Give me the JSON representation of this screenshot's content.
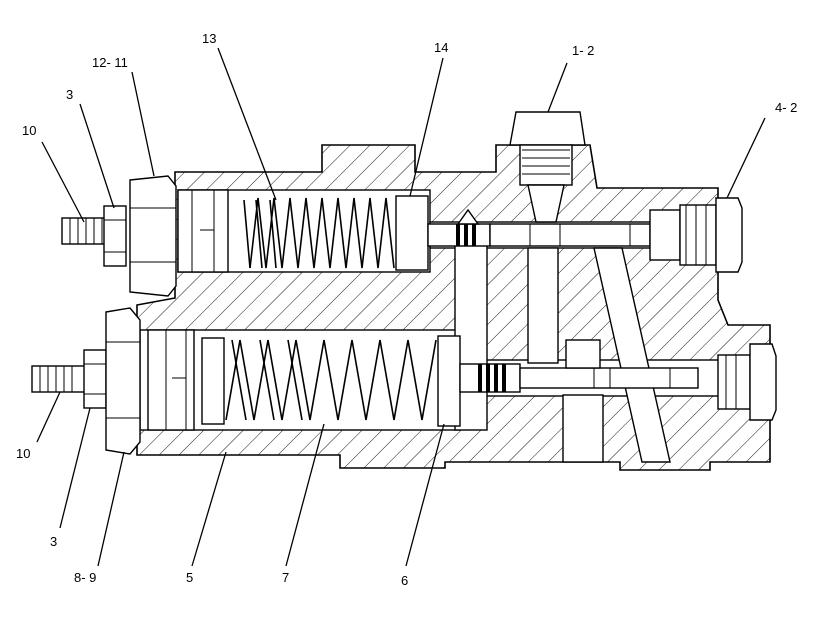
{
  "callouts": {
    "c13": "13",
    "c14": "14",
    "c1_2": "1- 2",
    "c12_11": "12- 11",
    "c3_top": "3",
    "c10_top": "10",
    "c4_2": "4- 2",
    "c10_bottom": "10",
    "c3_bottom": "3",
    "c8_9": "8- 9",
    "c5": "5",
    "c7": "7",
    "c6": "6"
  }
}
